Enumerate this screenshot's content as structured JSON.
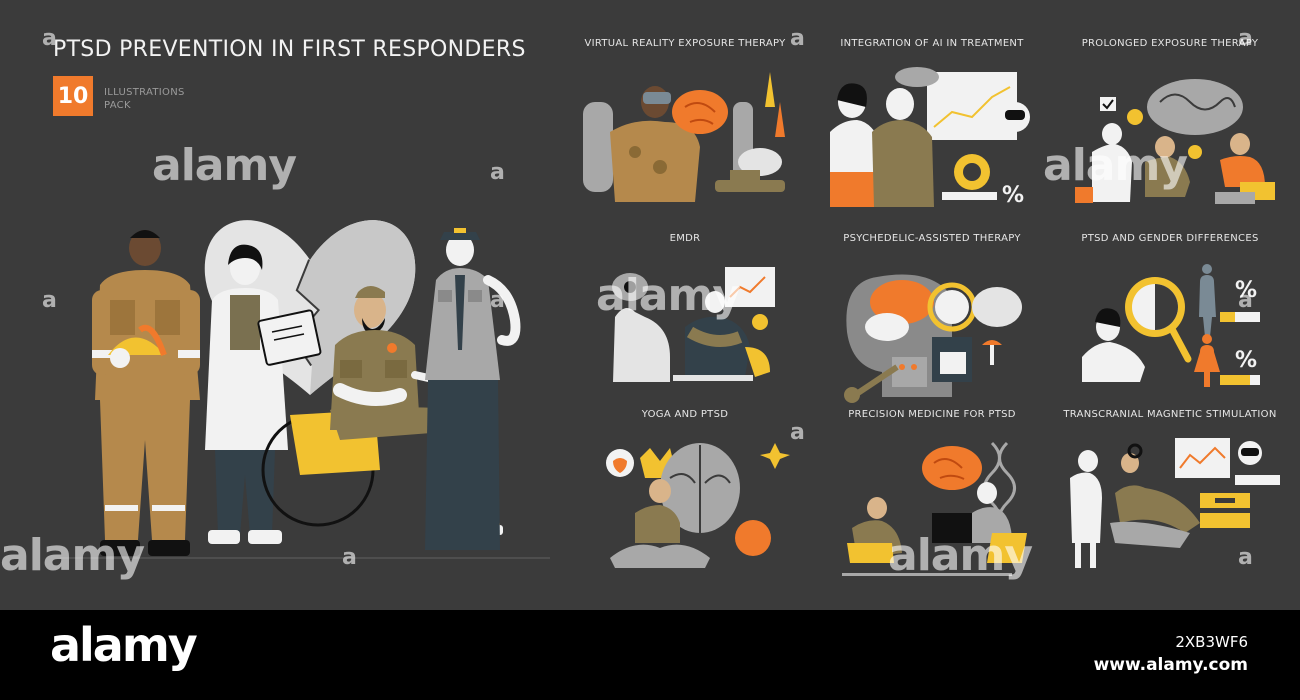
{
  "header": {
    "title": "PTSD PREVENTION IN FIRST RESPONDERS",
    "badge_number": "10",
    "pack_label": "ILLUSTRATIONS PACK"
  },
  "tiles": [
    {
      "caption": "VIRTUAL REALITY EXPOSURE THERAPY"
    },
    {
      "caption": "INTEGRATION OF AI IN TREATMENT"
    },
    {
      "caption": "PROLONGED EXPOSURE THERAPY"
    },
    {
      "caption": "EMDR"
    },
    {
      "caption": "PSYCHEDELIC-ASSISTED THERAPY"
    },
    {
      "caption": "PTSD AND GENDER DIFFERENCES"
    },
    {
      "caption": "YOGA AND PTSD"
    },
    {
      "caption": "PRECISION MEDICINE FOR PTSD"
    },
    {
      "caption": "TRANSCRANIAL MAGNETIC STIMULATION"
    }
  ],
  "tile_texts": {
    "percent": "%"
  },
  "watermark": {
    "brand": "alamy",
    "mark": "a"
  },
  "footer": {
    "brand": "alamy",
    "image_id": "2XB3WF6",
    "url": "www.alamy.com"
  },
  "colors": {
    "background": "#3b3b3b",
    "accent": "#f07a2c",
    "olive": "#8a7a50",
    "ochre": "#b58a4a",
    "yellow": "#f2c230",
    "navy": "#33414a",
    "white": "#f2f2f2",
    "grey": "#a8a8a8"
  }
}
